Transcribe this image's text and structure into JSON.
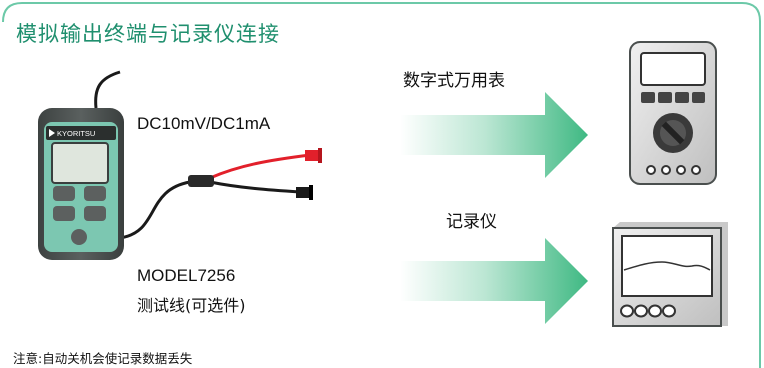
{
  "title": "模拟输出终端与记录仪连接",
  "device": {
    "brand": "KYORITSU"
  },
  "signal_label": "DC10mV/DC1mA",
  "model_label": "MODEL7256",
  "leads_label": "测试线(可选件)",
  "multimeter_label": "数字式万用表",
  "recorder_label": "记录仪",
  "note": "注意:自动关机会使记录数据丢失",
  "colors": {
    "border": "#6cc9a8",
    "title": "#1f8f6e",
    "arrow": "#3fb983",
    "device_body": "#7cc7b1",
    "device_case": "#4a4f4e",
    "lead_red": "#e2202b",
    "lead_black": "#1a1a1a",
    "instrument_gray": "#d9d9d9"
  }
}
